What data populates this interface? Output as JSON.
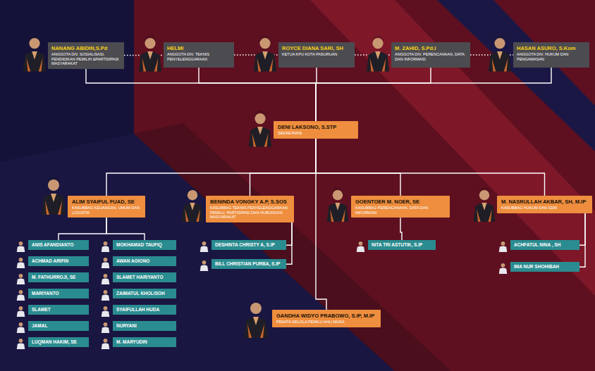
{
  "diagram": {
    "nodes": [
      {
        "text": [
          "NANANG ABIDIN,S.Pd",
          "ANGGOTA DIV. SOSIALISASI, PENDIDIKAN PEMILIH &PARTISIPASI MASYARAKAT"
        ]
      },
      {
        "text": [
          "HELMI",
          "ANGGOTA DIV. TEKNIS PENYELENGGARAAN"
        ]
      },
      {
        "text": [
          "ROYCE DIANA SARI, SH",
          "KETUA KPU KOTA PASURUAN"
        ]
      },
      {
        "text": [
          "M. ZAHID, S.Pd.I",
          "ANGGOTA DIV. PERENCANAAN, DATA DAN INFORMASI"
        ]
      },
      {
        "text": [
          "HASAN ASURO, S.Kom",
          "ANGGOTA DIV. HUKUM DAN PENGAWASAN"
        ]
      },
      {
        "text": [
          "DENI LAKSONO, S.STP",
          "SEKRETARIS"
        ]
      },
      {
        "text": [
          "ALIM SYAIFUL FUAD, SE",
          "KASUBBAG KEUANGAN, UMUM DAN LOGISTIK"
        ]
      },
      {
        "text": [
          "BENINDA VONGKY A.P, S.SOS",
          "KASUBBAG TEKNIS PENYELENGGARAAN PEMILU, PARTISIPASI DAN HUBUNGAN MASYARAKAT"
        ]
      },
      {
        "text": [
          "GOENTOER M. NOER, SE",
          "KASUBBAG PERENCANAAN, DATA DAN INFORMASI"
        ]
      },
      {
        "text": [
          "M. NASRULLAH AKBAR, SH, M.IP",
          "KASUBBAG HUKUM DAN SDM"
        ]
      },
      {
        "text": [
          "ANIS AFANDIANTO"
        ]
      },
      {
        "text": [
          "ACHMAD ARIFIN"
        ]
      },
      {
        "text": [
          "M. FATHURROJI, SE"
        ]
      },
      {
        "text": [
          "MARIYANTO"
        ]
      },
      {
        "text": [
          "SLAMET"
        ]
      },
      {
        "text": [
          "JAMAL"
        ]
      },
      {
        "text": [
          "LUQMAN HAKIM, SE"
        ]
      },
      {
        "text": [
          "MOKHAMAD TAUFIQ"
        ]
      },
      {
        "text": [
          "AWAN AGIONO"
        ]
      },
      {
        "text": [
          "SLAMET HARIYANTO"
        ]
      },
      {
        "text": [
          "ZAIMATUL KHOLISOH"
        ]
      },
      {
        "text": [
          "SYAIFULLAH HUDA"
        ]
      },
      {
        "text": [
          "NURYANI"
        ]
      },
      {
        "text": [
          "M. MARYUDIN"
        ]
      },
      {
        "text": [
          "DESHINTA CHRISTY A, S.IP"
        ]
      },
      {
        "text": [
          "BILL CHRISTIAN PURBA, S.IP"
        ]
      },
      {
        "text": [
          "NITA TRI ASTUTIK, S.IP"
        ]
      },
      {
        "text": [
          "ACHFATUL NINA , SH"
        ]
      },
      {
        "text": [
          "IMA NUR SHOHIBAH"
        ]
      },
      {
        "text": [
          "GANDHA WIDYO PRABOWO, S.IP, M.IP",
          "PENATA KELOLA PEMILU AHLI MUDA"
        ]
      }
    ],
    "edges": [
      {
        "from": 0,
        "to": 1,
        "arrow": "none"
      },
      {
        "from": 1,
        "to": 2,
        "arrow": "none"
      },
      {
        "from": 2,
        "to": 3,
        "arrow": "none"
      },
      {
        "from": 3,
        "to": 4,
        "arrow": "none"
      },
      {
        "from": 0,
        "to": 5,
        "arrow": "none"
      },
      {
        "from": 1,
        "to": 5,
        "arrow": "none"
      },
      {
        "from": 2,
        "to": 5,
        "arrow": "none"
      },
      {
        "from": 3,
        "to": 5,
        "arrow": "none"
      },
      {
        "from": 4,
        "to": 5,
        "arrow": "none"
      },
      {
        "from": 5,
        "to": 6,
        "arrow": "none"
      },
      {
        "from": 5,
        "to": 7,
        "arrow": "none"
      },
      {
        "from": 5,
        "to": 8,
        "arrow": "none"
      },
      {
        "from": 5,
        "to": 9,
        "arrow": "none"
      },
      {
        "from": 5,
        "to": 29,
        "arrow": "none"
      },
      {
        "from": 6,
        "to": 10,
        "arrow": "none"
      },
      {
        "from": 6,
        "to": 17,
        "arrow": "none"
      },
      {
        "from": 7,
        "to": 24,
        "arrow": "none"
      },
      {
        "from": 7,
        "to": 25,
        "arrow": "none"
      },
      {
        "from": 8,
        "to": 26,
        "arrow": "none"
      },
      {
        "from": 9,
        "to": 27,
        "arrow": "none"
      },
      {
        "from": 9,
        "to": 28,
        "arrow": "none"
      }
    ]
  }
}
